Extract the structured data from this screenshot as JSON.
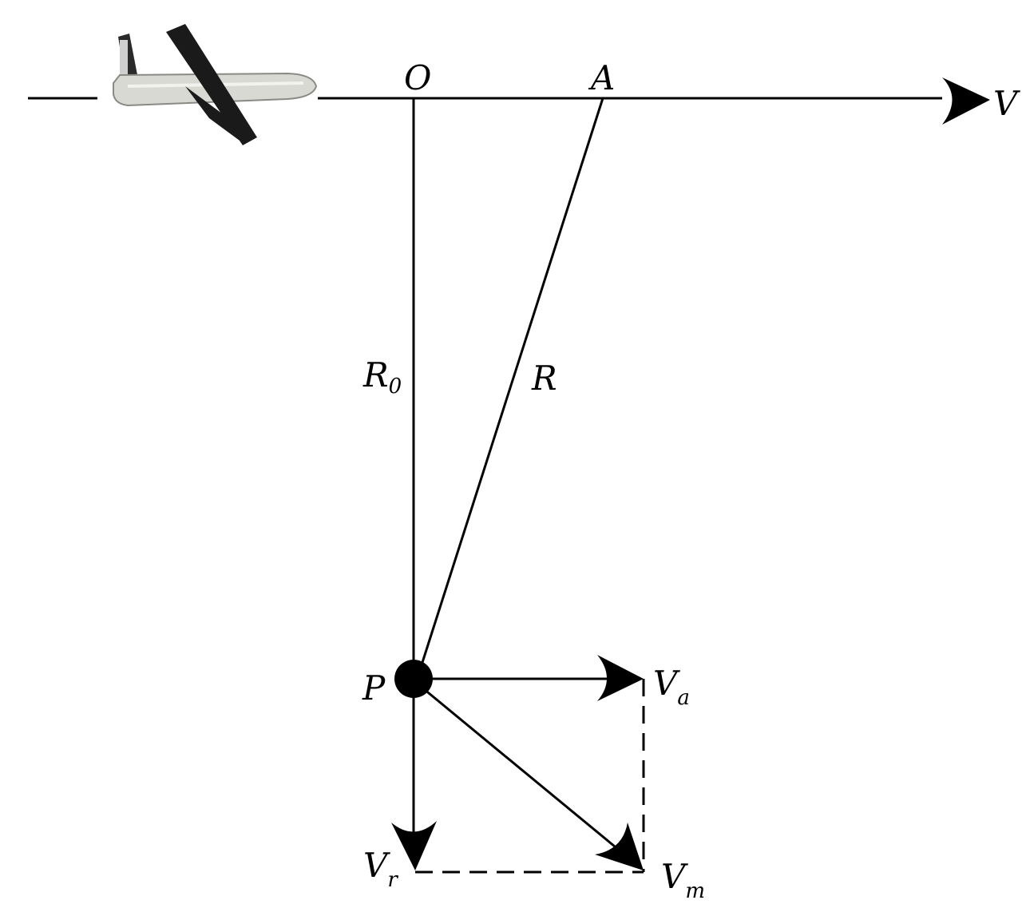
{
  "diagram": {
    "labels": {
      "O": "O",
      "A": "A",
      "V": "V",
      "R0_main": "R",
      "R0_sub": "0",
      "R": "R",
      "P": "P",
      "Va_main": "V",
      "Va_sub": "a",
      "Vr_main": "V",
      "Vr_sub": "r",
      "Vm_main": "V",
      "Vm_sub": "m"
    },
    "icons": {
      "aircraft": "uav-aircraft-icon"
    },
    "colors": {
      "stroke": "#000000",
      "background": "#ffffff",
      "aircraft_body": "#d9d9d4",
      "aircraft_wing": "#1a1a1a"
    }
  }
}
